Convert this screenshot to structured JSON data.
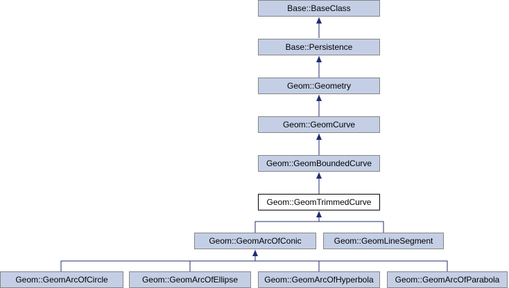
{
  "diagram": {
    "title": "Geom::GeomTrimmedCurve inheritance graph",
    "edge_color": "#1f2d6e",
    "node_fill": "#c4cfe5",
    "node_border": "#848484",
    "current_fill": "#ffffff",
    "current_border": "#000000",
    "nodes": {
      "base_class": "Base::BaseClass",
      "persistence": "Base::Persistence",
      "geometry": "Geom::Geometry",
      "geom_curve": "Geom::GeomCurve",
      "geom_bounded_curve": "Geom::GeomBoundedCurve",
      "geom_trimmed_curve": "Geom::GeomTrimmedCurve",
      "geom_arc_of_conic": "Geom::GeomArcOfConic",
      "geom_line_segment": "Geom::GeomLineSegment",
      "geom_arc_of_circle": "Geom::GeomArcOfCircle",
      "geom_arc_of_ellipse": "Geom::GeomArcOfEllipse",
      "geom_arc_of_hyperbola": "Geom::GeomArcOfHyperbola",
      "geom_arc_of_parabola": "Geom::GeomArcOfParabola"
    },
    "edges": [
      {
        "from": "persistence",
        "to": "base_class"
      },
      {
        "from": "geometry",
        "to": "persistence"
      },
      {
        "from": "geom_curve",
        "to": "geometry"
      },
      {
        "from": "geom_bounded_curve",
        "to": "geom_curve"
      },
      {
        "from": "geom_trimmed_curve",
        "to": "geom_bounded_curve"
      },
      {
        "from": "geom_arc_of_conic",
        "to": "geom_trimmed_curve"
      },
      {
        "from": "geom_line_segment",
        "to": "geom_trimmed_curve"
      },
      {
        "from": "geom_arc_of_circle",
        "to": "geom_arc_of_conic"
      },
      {
        "from": "geom_arc_of_ellipse",
        "to": "geom_arc_of_conic"
      },
      {
        "from": "geom_arc_of_hyperbola",
        "to": "geom_arc_of_conic"
      },
      {
        "from": "geom_arc_of_parabola",
        "to": "geom_arc_of_conic"
      }
    ]
  }
}
